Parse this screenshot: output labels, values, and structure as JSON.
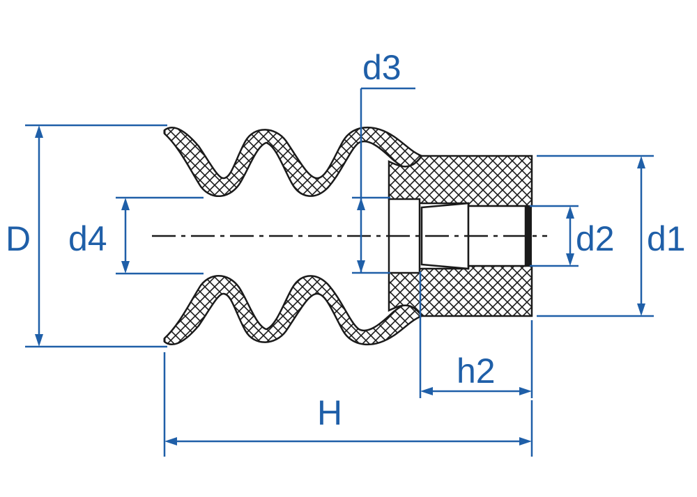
{
  "labels": {
    "D": "D",
    "d4": "d4",
    "d3": "d3",
    "d2": "d2",
    "d1": "d1",
    "h2": "h2",
    "H": "H"
  },
  "colors": {
    "dimension": "#1f5fa8",
    "outline": "#1a1a1a",
    "hatch": "#1a1a1a",
    "background": "#ffffff"
  }
}
